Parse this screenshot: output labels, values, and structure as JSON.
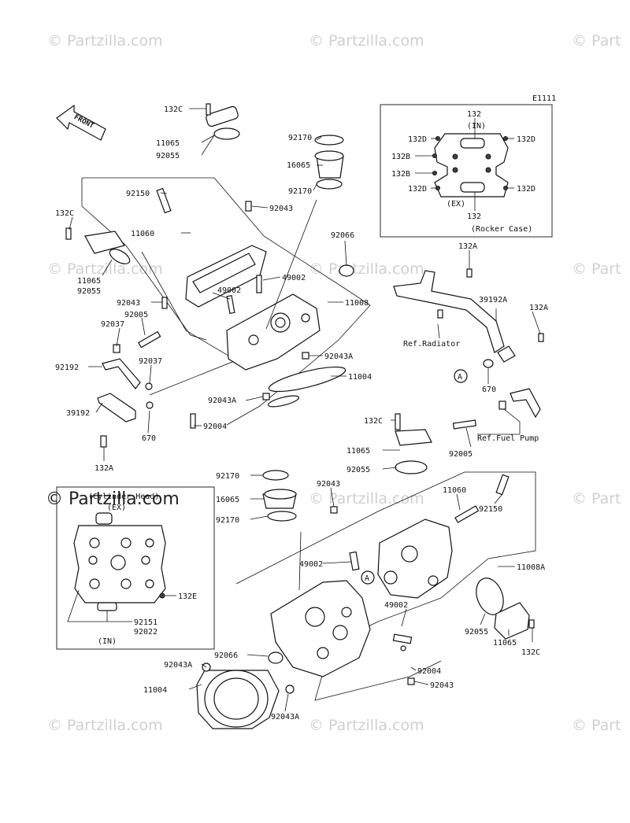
{
  "watermarks": {
    "text": "© Partzilla.com",
    "clip": "© Part"
  },
  "diagram_code": "E1111",
  "front_label": "FRONT",
  "inset_rocker": {
    "in_label": "(IN)",
    "ex_label": "(EX)",
    "caption": "(Rocker Case)",
    "parts": [
      "132",
      "132D",
      "132D",
      "132B",
      "132B",
      "132D",
      "132D",
      "132"
    ]
  },
  "inset_cylinder": {
    "caption": "(Cylinder Head)",
    "ex_label": "(EX)",
    "in_label": "(IN)",
    "parts": [
      "132E",
      "92151",
      "92022"
    ]
  },
  "refs": {
    "radiator": "Ref.Radiator",
    "fuel_pump": "Ref.Fuel Pump"
  },
  "callouts": {
    "a_mark": "A",
    "upper_left": [
      "132C",
      "11065",
      "92055",
      "92150",
      "132C",
      "11060",
      "11065",
      "92055",
      "92043",
      "92037",
      "92005",
      "92192",
      "92037",
      "39192",
      "670",
      "132A",
      "49002",
      "92004",
      "92043A"
    ],
    "upper_center": [
      "92170",
      "16065",
      "92170",
      "92043",
      "92066",
      "49002",
      "11008",
      "92043A",
      "11004"
    ],
    "upper_right": [
      "132A",
      "39192A",
      "132A",
      "670",
      "132C",
      "11065",
      "92055",
      "92005"
    ],
    "lower": [
      "92170",
      "16065",
      "92170",
      "92043",
      "11060",
      "92150",
      "49002",
      "11008A",
      "49002",
      "92055",
      "11065",
      "132C",
      "92066",
      "92004",
      "92043A",
      "11004",
      "92043",
      "92043A"
    ]
  }
}
